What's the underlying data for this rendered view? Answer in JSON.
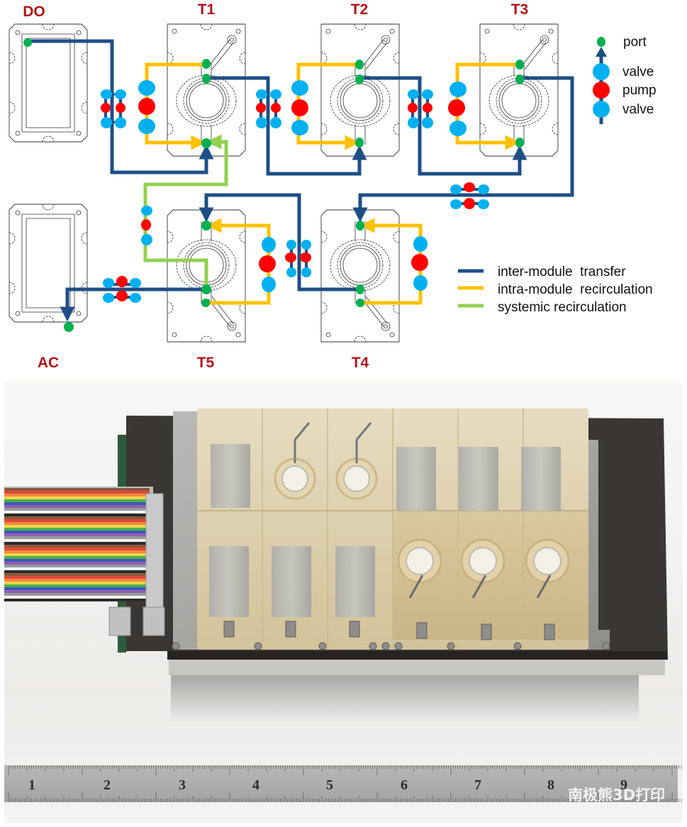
{
  "figure": {
    "modules": [
      {
        "id": "DO",
        "label": "DO",
        "type": "reservoir"
      },
      {
        "id": "T1",
        "label": "T1",
        "type": "tissue"
      },
      {
        "id": "T2",
        "label": "T2",
        "type": "tissue"
      },
      {
        "id": "T3",
        "label": "T3",
        "type": "tissue"
      },
      {
        "id": "AC",
        "label": "AC",
        "type": "reservoir"
      },
      {
        "id": "T5",
        "label": "T5",
        "type": "tissue"
      },
      {
        "id": "T4",
        "label": "T4",
        "type": "tissue"
      }
    ],
    "symbol_legend": {
      "port": "port",
      "valve_top": "valve",
      "pump": "pump",
      "valve_bottom": "valve"
    },
    "line_legend": [
      {
        "label": "inter-module  transfer",
        "color": "#1f4e86"
      },
      {
        "label": "intra-module  recirculation",
        "color": "#ffc000"
      },
      {
        "label": "systemic recirculation",
        "color": "#92d050"
      }
    ],
    "colors": {
      "module_label": "#b0141a",
      "port": "#00b050",
      "valve": "#00b0f0",
      "pump": "#ff0000",
      "inter_module": "#1f4e86",
      "intra_module": "#ffc000",
      "systemic": "#92d050"
    },
    "flow_order": [
      "DO",
      "T1",
      "T2",
      "T3",
      "T4",
      "T5",
      "AC"
    ]
  },
  "photo": {
    "description": "Photograph of assembled multi-organ device with ribbon cable connector",
    "ruler_inches": [
      "1",
      "2",
      "3",
      "4",
      "5",
      "6",
      "7",
      "8",
      "9"
    ],
    "watermark": "南极熊3D打印"
  }
}
